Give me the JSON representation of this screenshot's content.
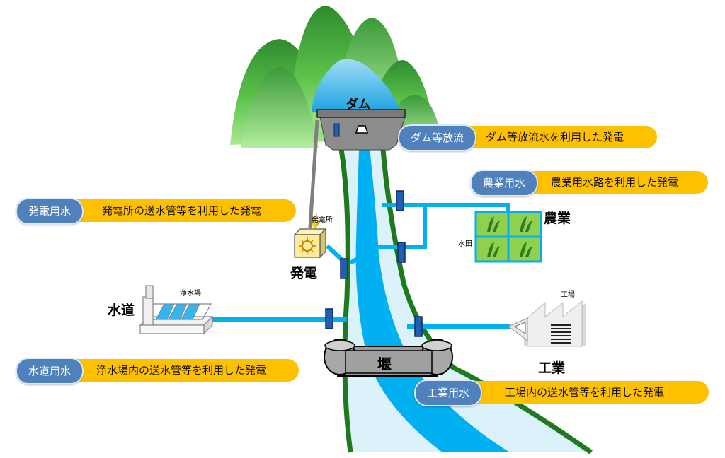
{
  "labels": {
    "dam": "ダム",
    "weir": "堰",
    "power_station": "発電所",
    "power": "発電",
    "agriculture": "農業",
    "paddy": "水田",
    "water_supply": "水道",
    "purification_plant": "浄水場",
    "factory": "工場",
    "industry": "工業"
  },
  "callouts": {
    "dam_release": {
      "tag": "ダム等放流",
      "text": "ダム等放流水を利用した発電"
    },
    "agricultural_water": {
      "tag": "農業用水",
      "text": "農業用水路を利用した発電"
    },
    "power_water": {
      "tag": "発電用水",
      "text": "発電所の送水管等を利用した発電"
    },
    "waterworks_water": {
      "tag": "水道用水",
      "text": "浄水場内の送水管等を利用した発電"
    },
    "industrial_water": {
      "tag": "工業用水",
      "text": "工場内の送水管等を利用した発電"
    }
  },
  "colors": {
    "mountain_dark": "#2e8b2e",
    "mountain_light": "#7ed957",
    "water": "#00b0f0",
    "riverbank": "#1e7a1e",
    "callout_tag": "#4f81bd",
    "callout_bar": "#ffc000"
  }
}
